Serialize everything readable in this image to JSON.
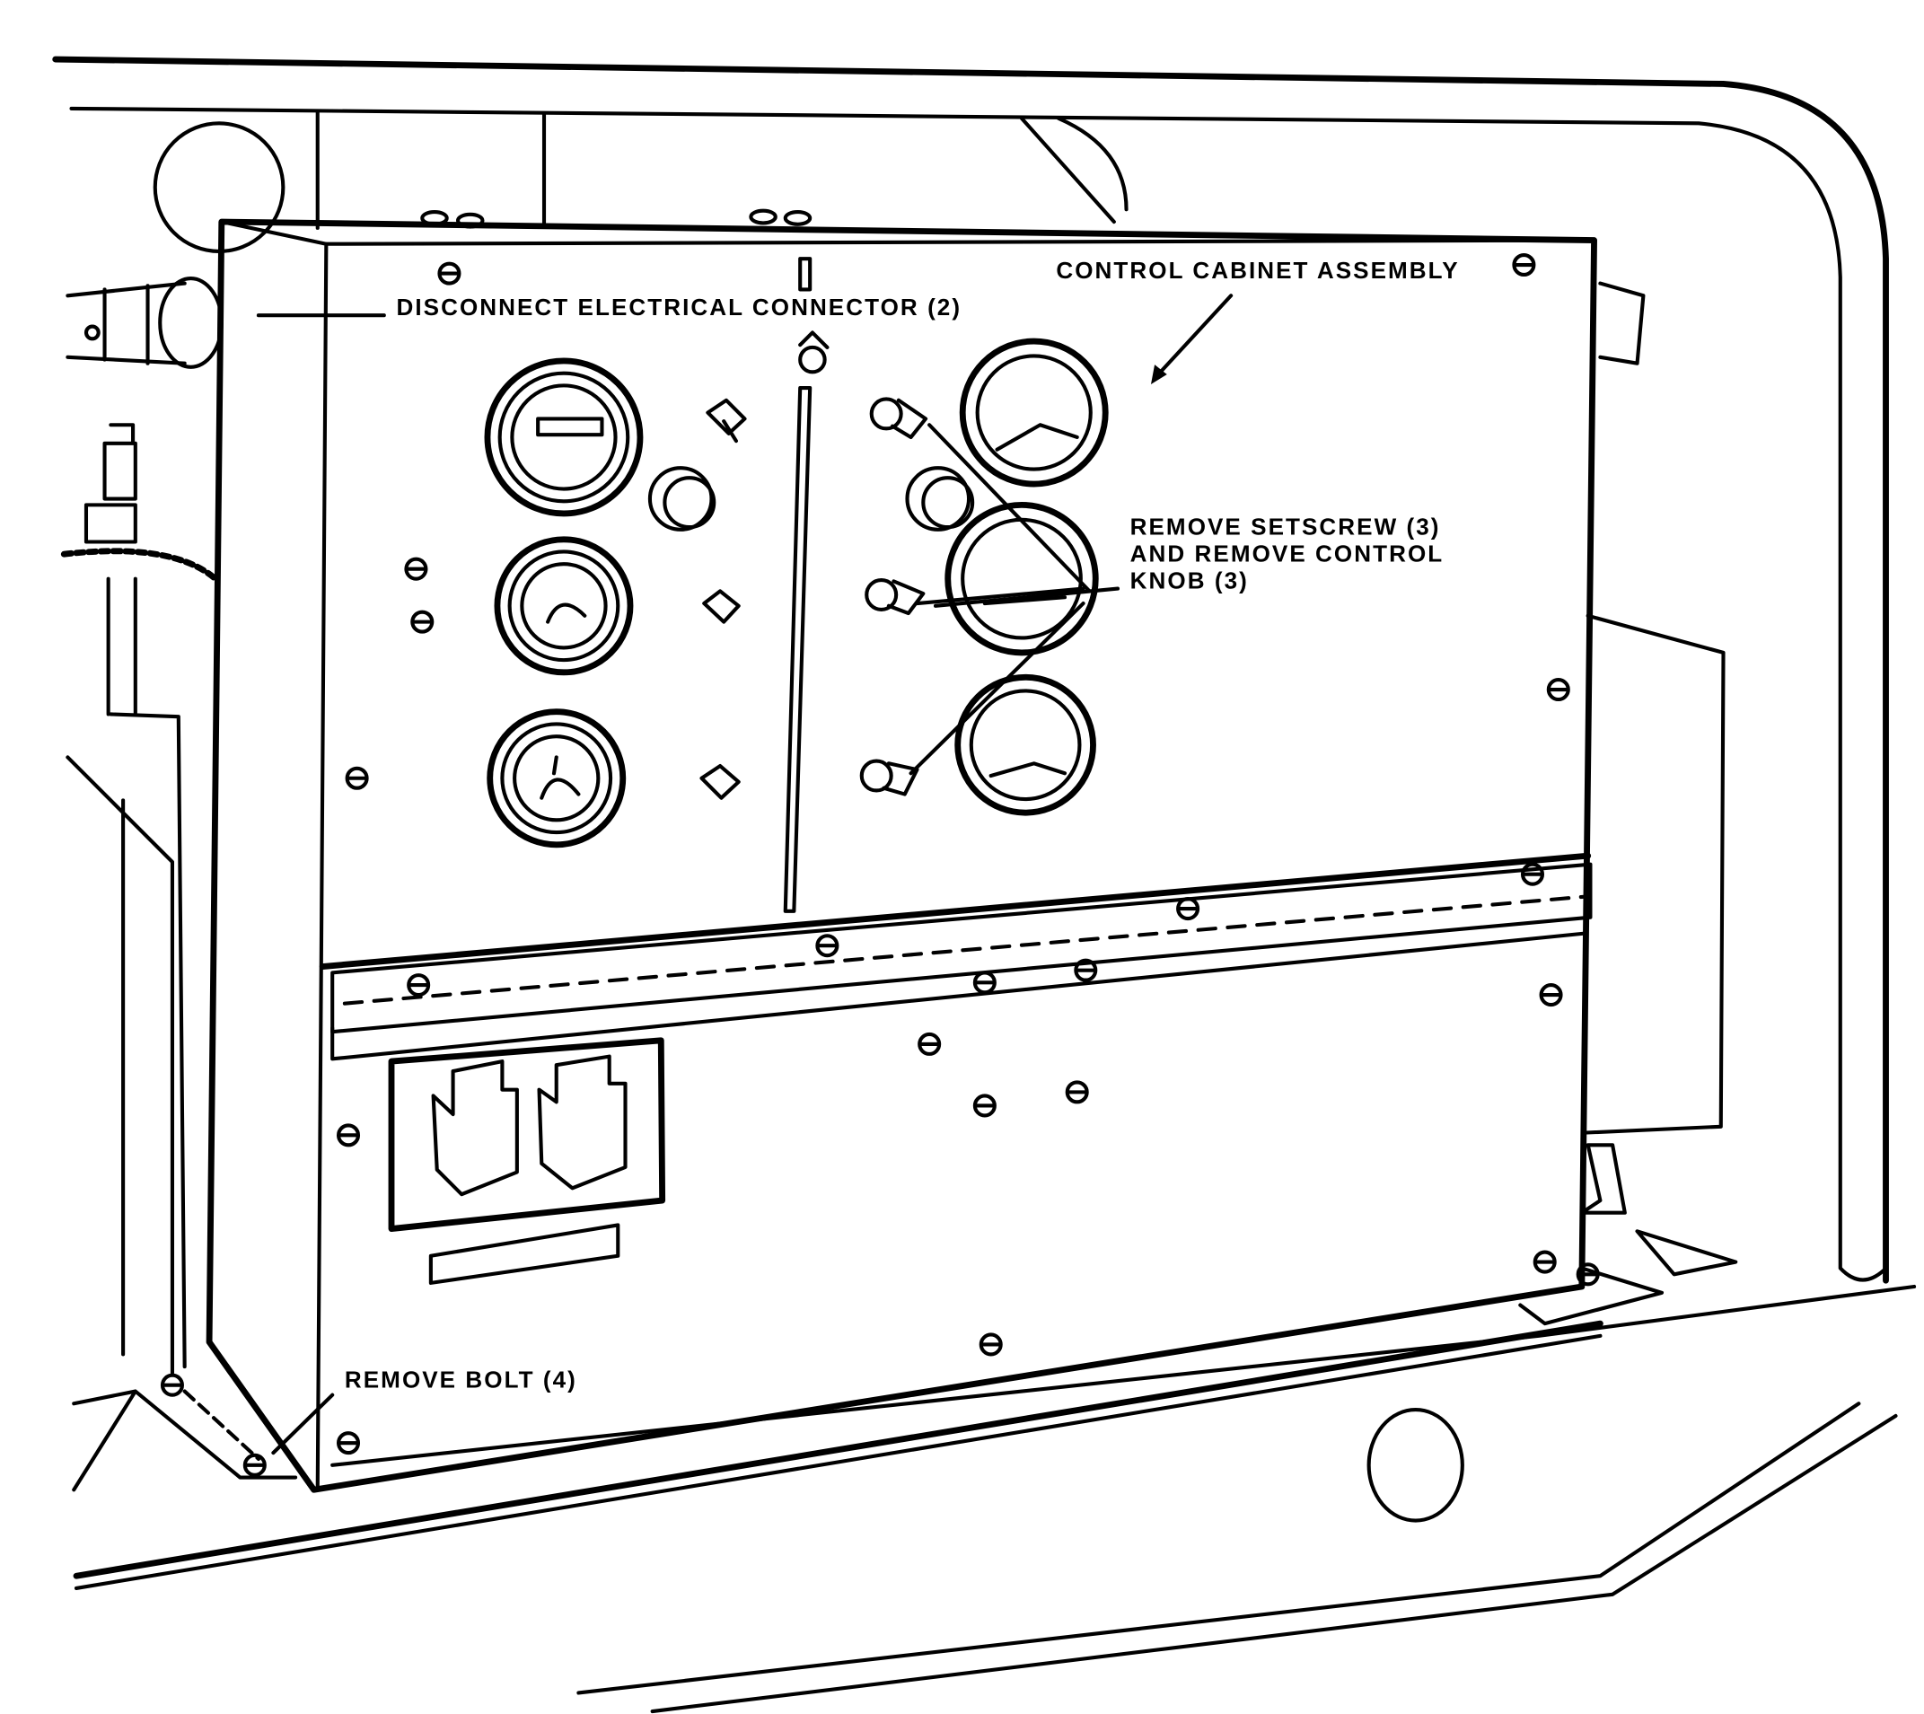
{
  "figure": {
    "labels": {
      "disconnect_connector": "DISCONNECT ELECTRICAL CONNECTOR (2)",
      "control_cabinet": "CONTROL CABINET ASSEMBLY",
      "setscrew_line1": "REMOVE SETSCREW (3)",
      "setscrew_line2": "AND REMOVE CONTROL",
      "setscrew_line3": "KNOB (3)",
      "remove_bolt": "REMOVE BOLT (4)"
    },
    "colors": {
      "ink": "#000000",
      "paper": "#ffffff"
    }
  }
}
